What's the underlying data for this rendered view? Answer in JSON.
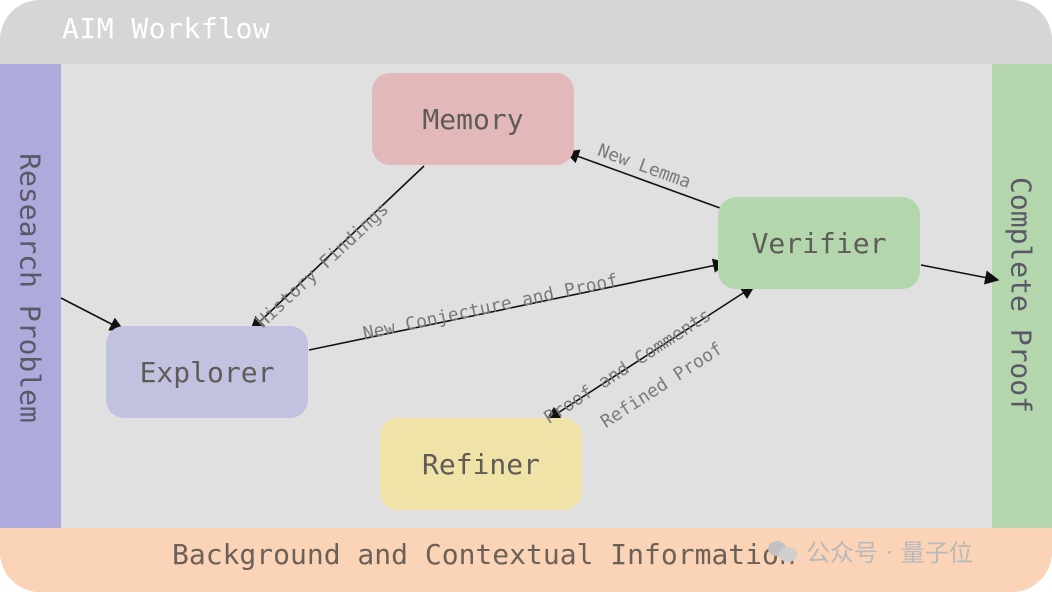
{
  "title": "AIM Workflow",
  "sidebars": {
    "left": "Research Problem",
    "right": "Complete Proof",
    "bottom": "Background and Contextual Information"
  },
  "nodes": {
    "memory": "Memory",
    "verifier": "Verifier",
    "explorer": "Explorer",
    "refiner": "Refiner"
  },
  "edges": {
    "new_lemma": "New Lemma",
    "history_findings": "History Findings",
    "new_conjecture": "New Conjecture and Proof",
    "proof_comments": "Proof and Comments",
    "refined_proof": "Refined Proof"
  },
  "watermark": "公众号 · 量子位",
  "colors": {
    "memory": "#e2b8ba",
    "verifier": "#b3d6ad",
    "explorer": "#c1c1e0",
    "refiner": "#f0e3a8",
    "left_bar": "#aeaadb",
    "right_bar": "#b3d6ad",
    "bottom_bar": "#fbd3b7"
  }
}
